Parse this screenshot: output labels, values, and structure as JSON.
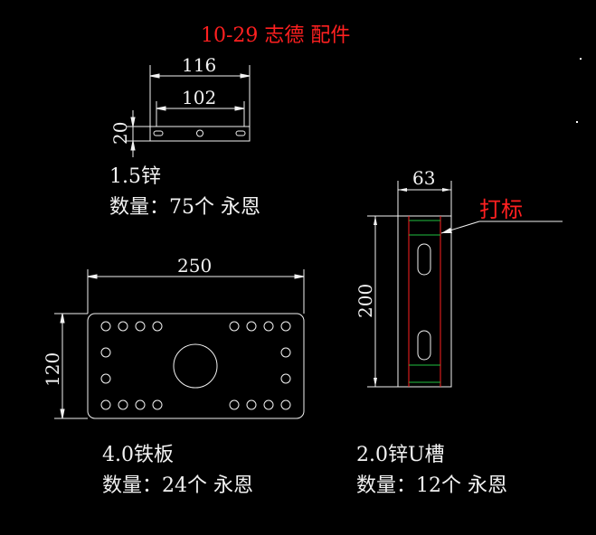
{
  "title": "10-29 志德 配件",
  "part_a": {
    "dim_overall": "116",
    "dim_inner": "102",
    "dim_height": "20",
    "name": "1.5锌",
    "quantity": "数量：75个 永恩"
  },
  "part_b": {
    "dim_width": "250",
    "dim_height": "120",
    "name": "4.0铁板",
    "quantity": "数量：24个 永恩"
  },
  "part_c": {
    "dim_width": "63",
    "dim_height": "200",
    "marking_note": "打标",
    "name": "2.0锌U槽",
    "quantity": "数量：12个 永恩"
  },
  "colors": {
    "background": "#000000",
    "lines": "#f2f2f2",
    "title": "#ff2020",
    "accent_green": "#22c040"
  }
}
